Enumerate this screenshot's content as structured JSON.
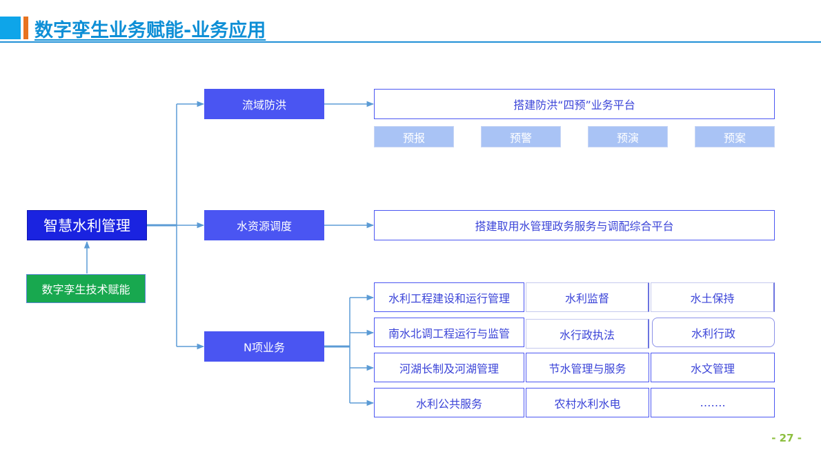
{
  "slide": {
    "title": "数字孪生业务赋能-业务应用",
    "page_number": "- 27 -",
    "colors": {
      "title": "#0e8fd6",
      "accent_cyan": "#0ea5e9",
      "accent_orange": "#e8731f",
      "page_number": "#8dbf3f"
    }
  },
  "diagram": {
    "root": "智慧水利管理",
    "tech_support": "数字孪生技术赋能",
    "branches": [
      {
        "label": "流域防洪",
        "platform": "搭建防洪“四预”业务平台",
        "sub_items": [
          "预报",
          "预警",
          "预演",
          "预案"
        ]
      },
      {
        "label": "水资源调度",
        "platform": "搭建取用水管理政务服务与调配综合平台"
      },
      {
        "label": "N项业务",
        "services": [
          [
            "水利工程建设和运行管理",
            "水利监督",
            "水土保持"
          ],
          [
            "南水北调工程运行与监管",
            "水行政执法",
            "水利行政"
          ],
          [
            "河湖长制及河湖管理",
            "节水管理与服务",
            "水文管理"
          ],
          [
            "水利公共服务",
            "农村水利水电",
            "……."
          ]
        ]
      }
    ],
    "colors": {
      "root": "#1a23e0",
      "branch": "#4a55f2",
      "tech": "#18a84f",
      "sub_item": "#a9c3f5",
      "connector": "#5b9bd5"
    }
  }
}
